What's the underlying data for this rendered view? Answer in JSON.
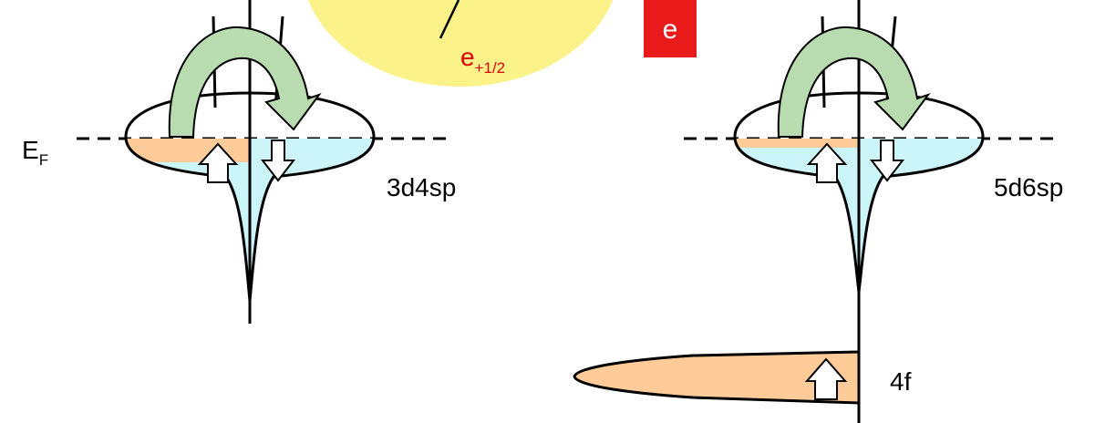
{
  "fermi_label": {
    "main": "E",
    "sub": "F"
  },
  "left_band_label": "3d4sp",
  "right_band_label": "5d6sp",
  "f_band_label": "4f",
  "electron_state_label": {
    "main": "e",
    "sub": "+1/2"
  },
  "electron_box_label": "e",
  "colors": {
    "spin_up_fill": "#ffcc99",
    "spin_down_fill": "#ccf5f9",
    "arrow_green_dark": "#9ec49a",
    "arrow_green_light": "#ccf7c4",
    "bubble_yellow": "#fbf28a",
    "electron_box": "#e81a1a",
    "state_text": "#e00000"
  }
}
